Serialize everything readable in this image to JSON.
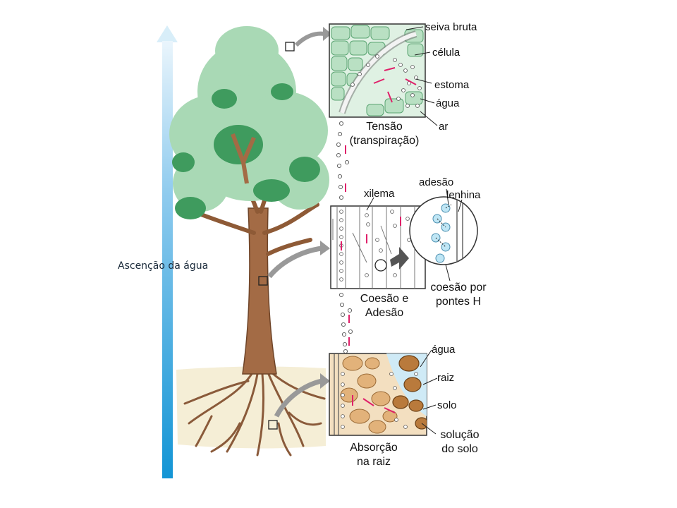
{
  "side_label": "Ascenção da água",
  "panels": {
    "top": {
      "caption_line1": "Tensão",
      "caption_line2": "(transpiração)",
      "labels": [
        "seiva bruta",
        "célula",
        "estoma",
        "água",
        "ar"
      ]
    },
    "middle": {
      "caption_line1": "Coesão e",
      "caption_line2": "Adesão",
      "labels": [
        "xilema",
        "adesão",
        "lenhina",
        "coesão por",
        "pontes H"
      ]
    },
    "bottom": {
      "caption_line1": "Absorção",
      "caption_line2": "na raiz",
      "labels": [
        "água",
        "raiz",
        "solo",
        "solução",
        "do solo"
      ]
    }
  },
  "colors": {
    "arrow_gradient_top": "#e6f3fb",
    "arrow_gradient_bottom": "#1598d6",
    "foliage_light": "#a8d8b4",
    "foliage_dark": "#3e9a5c",
    "trunk": "#a06a44",
    "soil": "#f4ecd2",
    "flow_arrows": "#e0206a",
    "root_cells": "#c98a46"
  }
}
